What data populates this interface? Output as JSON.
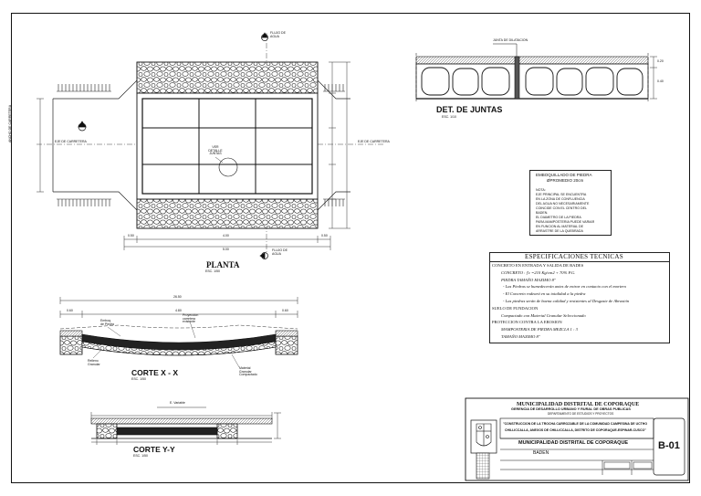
{
  "planta": {
    "title": "PLANTA",
    "scale": "ESC. 1/50",
    "flujo_top": "FLUJO DE AGUA",
    "flujo_bottom": "FLUJO DE AGUA",
    "eje_label": "EJE DE CARRETERA",
    "ver_detalle": "VER DETALLE JUNTAS",
    "left_label": "ANCHO DE CARRETERA",
    "dims_bottom": [
      "0.50",
      "4.00",
      "0.50"
    ],
    "dims_total": "5.00"
  },
  "juntas": {
    "title": "DET. DE JUNTAS",
    "scale": "ESC. 1/10",
    "junta_label": "JUNTA DE DILATACION",
    "dims_right": [
      "0.20",
      "0.40"
    ]
  },
  "emboquillado": {
    "title_1": "EMBOQUILLADO DE PIEDRA",
    "title_2": "ØPROMEDIO 20cm",
    "nota_head": "NOTA:",
    "nota_lines": [
      "EJE PRINCIPAL SE ENCUENTRA",
      "EN LA ZONA DE CONFLUENCIA",
      "DEL AGUA NO NECESARIAMENTE",
      "COINCIDE CON EL CENTRO DEL",
      "BADEN.",
      "EL DIAMETRO DE LA PIEDRA",
      "PARA MAMPOSTERIA PUEDE VARIAR",
      "EN FUNCION AL MATERIAL DE",
      "ARRASTRE DE LA QUEBRADA"
    ]
  },
  "specs": {
    "title": "ESPECIFICACIONES  TECNICAS",
    "lines": [
      {
        "text": "CONCRETO  EN ENTRADA Y SALIDA DE BADES",
        "indent": 0
      },
      {
        "text": "CONCRETO : f'c =210 Kg/cm2 + 70% P.G.",
        "indent": 10
      },
      {
        "text": "PIEDRA TAMAÑO MAXIMO 8\"",
        "indent": 10
      },
      {
        "text": "- Las Piedras se humedecerán antes de entrar en contacto con el mortero",
        "indent": 12
      },
      {
        "text": "- El Concreto rodeará en su totalidad a la piedra",
        "indent": 12
      },
      {
        "text": "- Las piedras serán de buena calidad y resistentes al Desgaste de  Abrasión",
        "indent": 12
      },
      {
        "text": "SUELO DE FUNDACION",
        "indent": 0
      },
      {
        "text": "Compactado con Material Granular Seleccionado",
        "indent": 10
      },
      {
        "text": "PROTECCION CONTRA LA EROSION",
        "indent": 0
      },
      {
        "text": "MAMPOSTERIA DE PIEDRA MEZCLA   1 : 3",
        "indent": 10
      },
      {
        "text": "TAMAÑO MAXIMO  8\"",
        "indent": 10
      }
    ]
  },
  "corte_x": {
    "title": "CORTE X - X",
    "scale": "ESC. 1/50",
    "dim_total": "26.50",
    "dims": [
      "0.60",
      "4.80",
      "0.60"
    ],
    "labels": [
      "Emboq. de Piedra",
      "Proyeccion carretera existente",
      "Relleno Granular",
      "Material Granular Compactado"
    ]
  },
  "corte_y": {
    "title": "CORTE  Y-Y",
    "scale": "ESC. 1/50",
    "top_label": "E. Variable"
  },
  "title_block": {
    "org": "MUNICIPALIDAD  DISTRITAL  DE  COPORAQUE",
    "gerencia": "GERENCIA DE DESARROLLO URBANO Y RURAL DE OBRAS PUBLICAS",
    "depto": "DEPARTAMENTO DE ESTUDIOS Y PROYECTOS",
    "proyecto_1": "\"CONSTRUCCION DE LA TROCHA CARROZABLE DE LA COMUNIDAD CAMPESINA DE UCTHO",
    "proyecto_2": "CHILLICCALLA, ANEXOS DE CHILLICCALLA, DISTRITO DE COPORAQUE-ESPINAR-CUSCO\"",
    "propietario": "MUNICIPALIDAD DISTRITAL DE COPORAQUE",
    "plano": "BADEN",
    "code": "B-01"
  }
}
